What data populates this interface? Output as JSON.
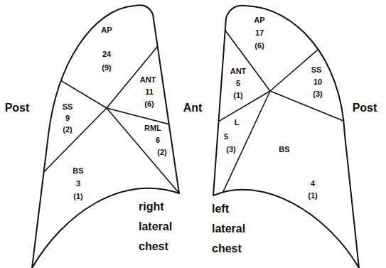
{
  "diagram": {
    "labels": [
      "Post",
      "AP",
      "24",
      "(9)",
      "SS",
      "9",
      "(2)",
      "ANT",
      "11",
      "(6)",
      "RML",
      "6",
      "(2)",
      "BS",
      "3",
      "(1)",
      "right lateral chest",
      "Ant",
      "AP",
      "17",
      "(6)",
      "ANT",
      "5",
      "(1)",
      "SS",
      "10",
      "(3)",
      "L",
      "5",
      "(3)",
      "BS",
      "4",
      "(1)",
      "left lateral chest",
      "Post"
    ]
  }
}
